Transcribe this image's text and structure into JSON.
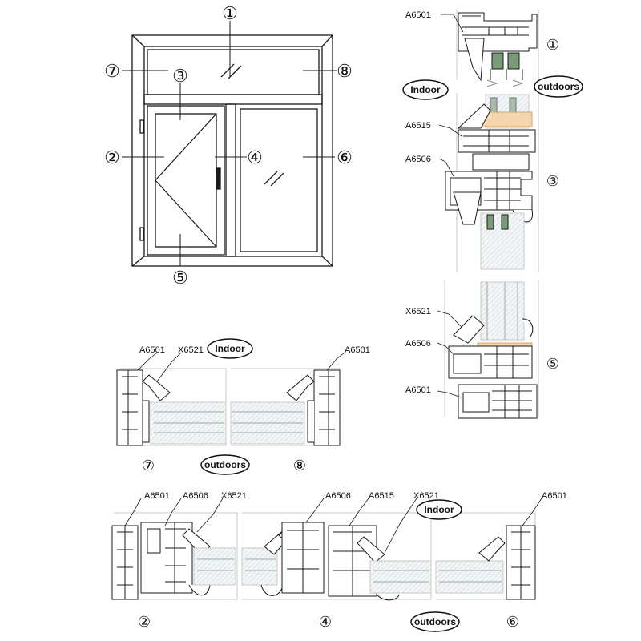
{
  "palette": {
    "line": "#1a1a1a",
    "profile_fill": "#ffffff",
    "glass": "#dfe6ea",
    "spacer_green": "#7a9a7a",
    "gasket_orange": "#d9a76a",
    "background": "#ffffff"
  },
  "window": {
    "callouts": [
      {
        "id": "c1",
        "text": "①"
      },
      {
        "id": "c2",
        "text": "②"
      },
      {
        "id": "c3",
        "text": "③"
      },
      {
        "id": "c4",
        "text": "④"
      },
      {
        "id": "c5",
        "text": "⑤"
      },
      {
        "id": "c6",
        "text": "⑥"
      },
      {
        "id": "c7",
        "text": "⑦"
      },
      {
        "id": "c8",
        "text": "⑧"
      }
    ]
  },
  "vertical_section": {
    "labels": {
      "a6501_top": "A6501",
      "a6515": "A6515",
      "a6506_mid": "A6506",
      "x6521": "X6521",
      "a6506_low": "A6506",
      "a6501_bottom": "A6501"
    },
    "pills": {
      "indoor": "Indoor",
      "outdoors": "outdoors"
    },
    "markers": {
      "m1": "①",
      "m3": "③",
      "m5": "⑤"
    }
  },
  "section_78": {
    "labels": {
      "a6501_left": "A6501",
      "x6521": "X6521",
      "a6501_right": "A6501"
    },
    "pills": {
      "indoor": "Indoor",
      "outdoors": "outdoors"
    },
    "markers": {
      "m7": "⑦",
      "m8": "⑧"
    }
  },
  "section_246": {
    "labels": {
      "a6501_left": "A6501",
      "a6506_left": "A6506",
      "x6521_left": "X6521",
      "a6506_mid": "A6506",
      "a6515": "A6515",
      "x6521_mid": "X6521",
      "a6501_right": "A6501"
    },
    "pills": {
      "indoor": "Indoor",
      "outdoors": "outdoors"
    },
    "markers": {
      "m2": "②",
      "m4": "④",
      "m6": "⑥"
    }
  }
}
